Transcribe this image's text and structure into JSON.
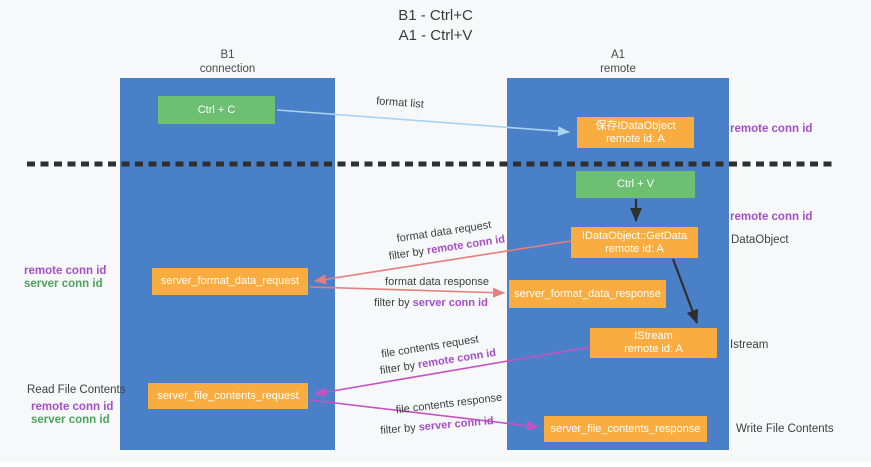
{
  "title": {
    "line1": "B1 - Ctrl+C",
    "line2": "A1 - Ctrl+V"
  },
  "columns": {
    "b1": {
      "name": "B1",
      "role": "connection"
    },
    "a1": {
      "name": "A1",
      "role": "remote"
    }
  },
  "nodes": {
    "ctrl_c": {
      "label": "Ctrl + C"
    },
    "save_dataobject": {
      "line1": "保存IDataObject",
      "line2": "remote id: A"
    },
    "ctrl_v": {
      "label": "Ctrl + V"
    },
    "getdata": {
      "line1": "IDataObject::GetData",
      "line2": "remote id: A"
    },
    "istream": {
      "line1": "IStream",
      "line2": "remote id: A"
    },
    "format_request": {
      "label": "server_format_data_request"
    },
    "format_response": {
      "label": "server_format_data_response"
    },
    "file_request": {
      "label": "server_file_contents_request"
    },
    "file_response": {
      "label": "server_file_contents_response"
    }
  },
  "arrow_labels": {
    "format_list": "format list",
    "format_data_request": "format data request",
    "format_data_response": "format data response",
    "file_contents_request": "file contents request",
    "file_contents_response": "file contents response",
    "filter_by": "filter by",
    "remote_conn_id": "remote conn id",
    "server_conn_id": "server conn id"
  },
  "side_labels": {
    "remote_conn_id": "remote conn id",
    "server_conn_id": "server conn id",
    "dataobject": "DataObject",
    "istream": "Istream",
    "read_file_contents": "Read File Contents",
    "write_file_contents": "Write File Contents"
  },
  "colors": {
    "column_blue": "#4a80c8",
    "node_green": "#6dbf71",
    "node_orange": "#f9ad40",
    "arrow_light_blue": "#a9d4f1",
    "arrow_red": "#e87d7d",
    "arrow_magenta": "#c751c3",
    "arrow_black": "#2f2f2f",
    "text_purple": "#a44fc7",
    "text_green": "#4ca35c",
    "text_dark": "#3f3f3f",
    "bg": "#f7f8fa"
  }
}
